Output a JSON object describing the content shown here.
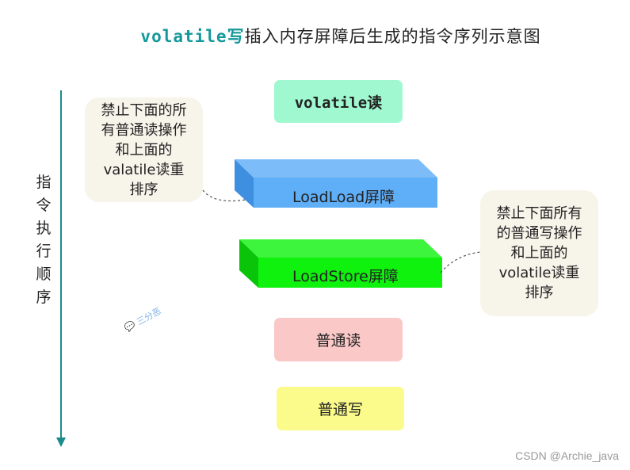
{
  "title": {
    "accent": "volatile写",
    "rest": "插入内存屏障后生成的指令序列示意图"
  },
  "axis_label": [
    "指",
    "令",
    "执",
    "行",
    "顺",
    "序"
  ],
  "boxes": {
    "volatile_read": "volatile读",
    "loadload": "LoadLoad屏障",
    "loadstore": "LoadStore屏障",
    "normal_read": "普通读",
    "normal_write": "普通写"
  },
  "notes": {
    "left": [
      "禁止下面的所",
      "有普通读操作",
      "和上面的",
      "valatile读重",
      "排序"
    ],
    "right": [
      "禁止下面所有",
      "的普通写操作",
      "和上面的",
      "volatile读重",
      "排序"
    ]
  },
  "watermark": "CSDN @Archie_java",
  "stamp": "三分恶",
  "colors": {
    "volatile_read_bg": "#9ff8cf",
    "loadload_bar": "#5faef8",
    "loadstore_bar": "#0ef20e",
    "normal_read_bg": "#fbc8c8",
    "normal_write_bg": "#fafb8a",
    "axis": "#1a8c8c"
  }
}
